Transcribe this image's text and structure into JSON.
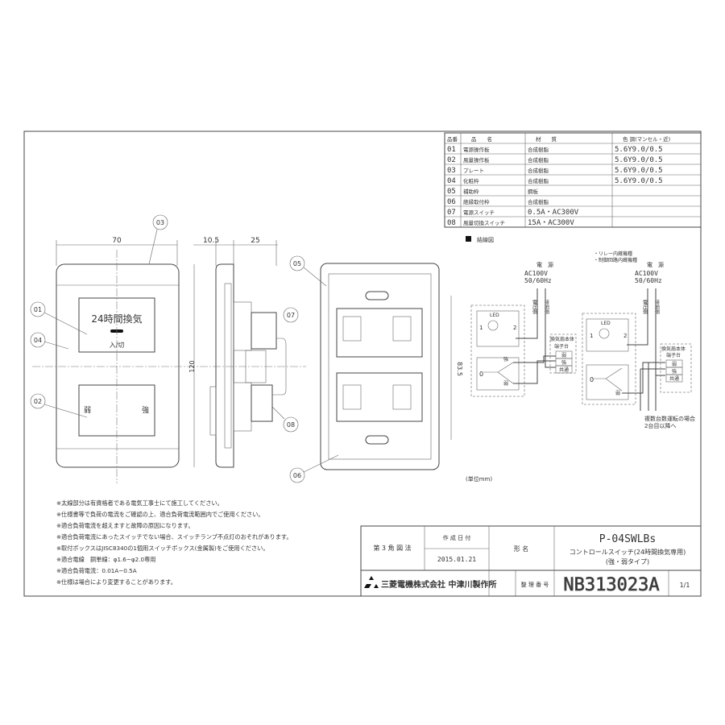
{
  "parts_table": {
    "headers": [
      "品番",
      "品　　名",
      "材　　質",
      "色 調(マンセル・近)"
    ],
    "rows": [
      [
        "01",
        "電源操作板",
        "合成樹脂",
        "5.6Y9.0/0.5"
      ],
      [
        "02",
        "風量操作板",
        "合成樹脂",
        "5.6Y9.0/0.5"
      ],
      [
        "03",
        "プレート",
        "合成樹脂",
        "5.6Y9.0/0.5"
      ],
      [
        "04",
        "化粧枠",
        "合成樹脂",
        "5.6Y9.0/0.5"
      ],
      [
        "05",
        "補助枠",
        "鋼板",
        ""
      ],
      [
        "06",
        "絶縁取付枠",
        "合成樹脂",
        ""
      ],
      [
        "07",
        "電源スイッチ",
        "0.5A・AC300V",
        ""
      ],
      [
        "08",
        "風量切換スイッチ",
        "15A・AC300V",
        ""
      ]
    ]
  },
  "front_view": {
    "dim_width": "70",
    "dim_height": "120",
    "upper_panel_label": "24時間換気",
    "upper_panel_sub": "入/切",
    "lower_left": "弱",
    "lower_right": "強",
    "callouts": [
      "03",
      "01",
      "04",
      "02"
    ]
  },
  "side_view": {
    "dim_a": "10.5",
    "dim_b": "25",
    "callouts": [
      "07",
      "08"
    ]
  },
  "back_view": {
    "dim_pitch": "83.5",
    "callouts": [
      "05",
      "06"
    ]
  },
  "wiring": {
    "title": "結線図",
    "notes_right": [
      "・リレー内蔵機種",
      "・制御回路内蔵機種"
    ],
    "power_label": "電　源",
    "power_spec": "AC100V",
    "power_freq": "50/60Hz",
    "voltage_side": "電圧側",
    "ground_side": "接地側",
    "led": "LED",
    "terminal_1": "1",
    "terminal_2": "2",
    "terminal_0": "0",
    "strong": "強",
    "weak": "弱",
    "fan_body": "換気扇本体",
    "terminal_block": "端子台",
    "terminals": [
      "弱",
      "強",
      "共通"
    ],
    "multi_note_1": "複数台数運転の場合",
    "multi_note_2": "2台目以降へ"
  },
  "unit_note": "(単位mm)",
  "notes": [
    "※太線部分は有資格者である電気工事士にて施工してください。",
    "※仕様書等で負荷の電流をご確認の上、適合負荷電流範囲内でご使用ください。",
    "※適合負荷電流を超えますと故障の原因になります。",
    "※適合負荷電流にあったスイッチでない場合、スイッチランプ不点灯のおそれがあります。",
    "※取付ボックスはJISC8340の1個用スイッチボックス(金属製)をご使用ください。",
    "※適合電線　銅単線：φ1.6~φ2.0専用",
    "※適合負荷電流：0.01A~0.5A",
    "※仕様は場合により変更することがあります。"
  ],
  "title_block": {
    "projection": "第 3 角 図 法",
    "date_label": "作 成 日 付",
    "date": "2015.01.21",
    "model_label": "形 名",
    "model": "P-04SWLBs",
    "description_1": "コントロールスイッチ(24時間換気専用)",
    "description_2": "(強・弱タイプ)",
    "company": "三菱電機株式会社 中津川製作所",
    "drawing_no_label": "整 理 番 号",
    "drawing_no": "NB313023A",
    "sheet": "1/1"
  }
}
